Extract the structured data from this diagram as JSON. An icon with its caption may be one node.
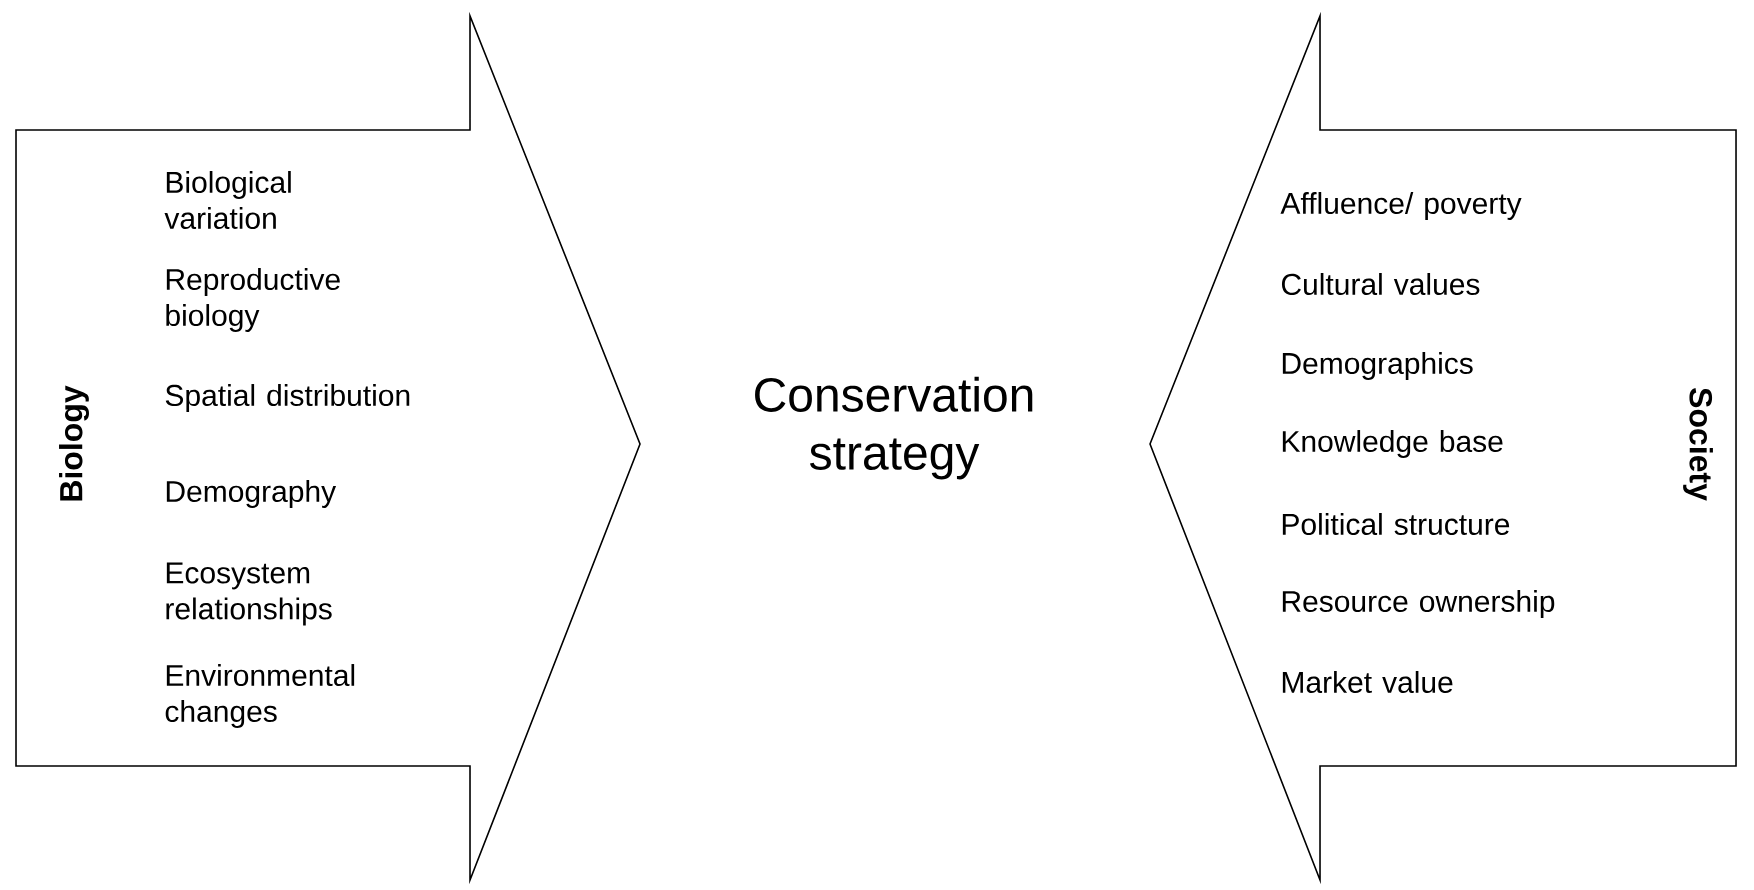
{
  "diagram": {
    "nodes": [
      {
        "text": [
          "Biology",
          "Biological variation",
          "Reproductive biology",
          "Spatial distribution",
          "Demography",
          "Ecosystem relationships",
          "Environmental changes"
        ]
      },
      {
        "text": [
          "Society",
          "Affluence/ poverty",
          "Cultural values",
          "Demographics",
          "Knowledge base",
          "Political structure",
          "Resource ownership",
          "Market value"
        ]
      }
    ],
    "labels": [
      "Conservation strategy"
    ]
  }
}
